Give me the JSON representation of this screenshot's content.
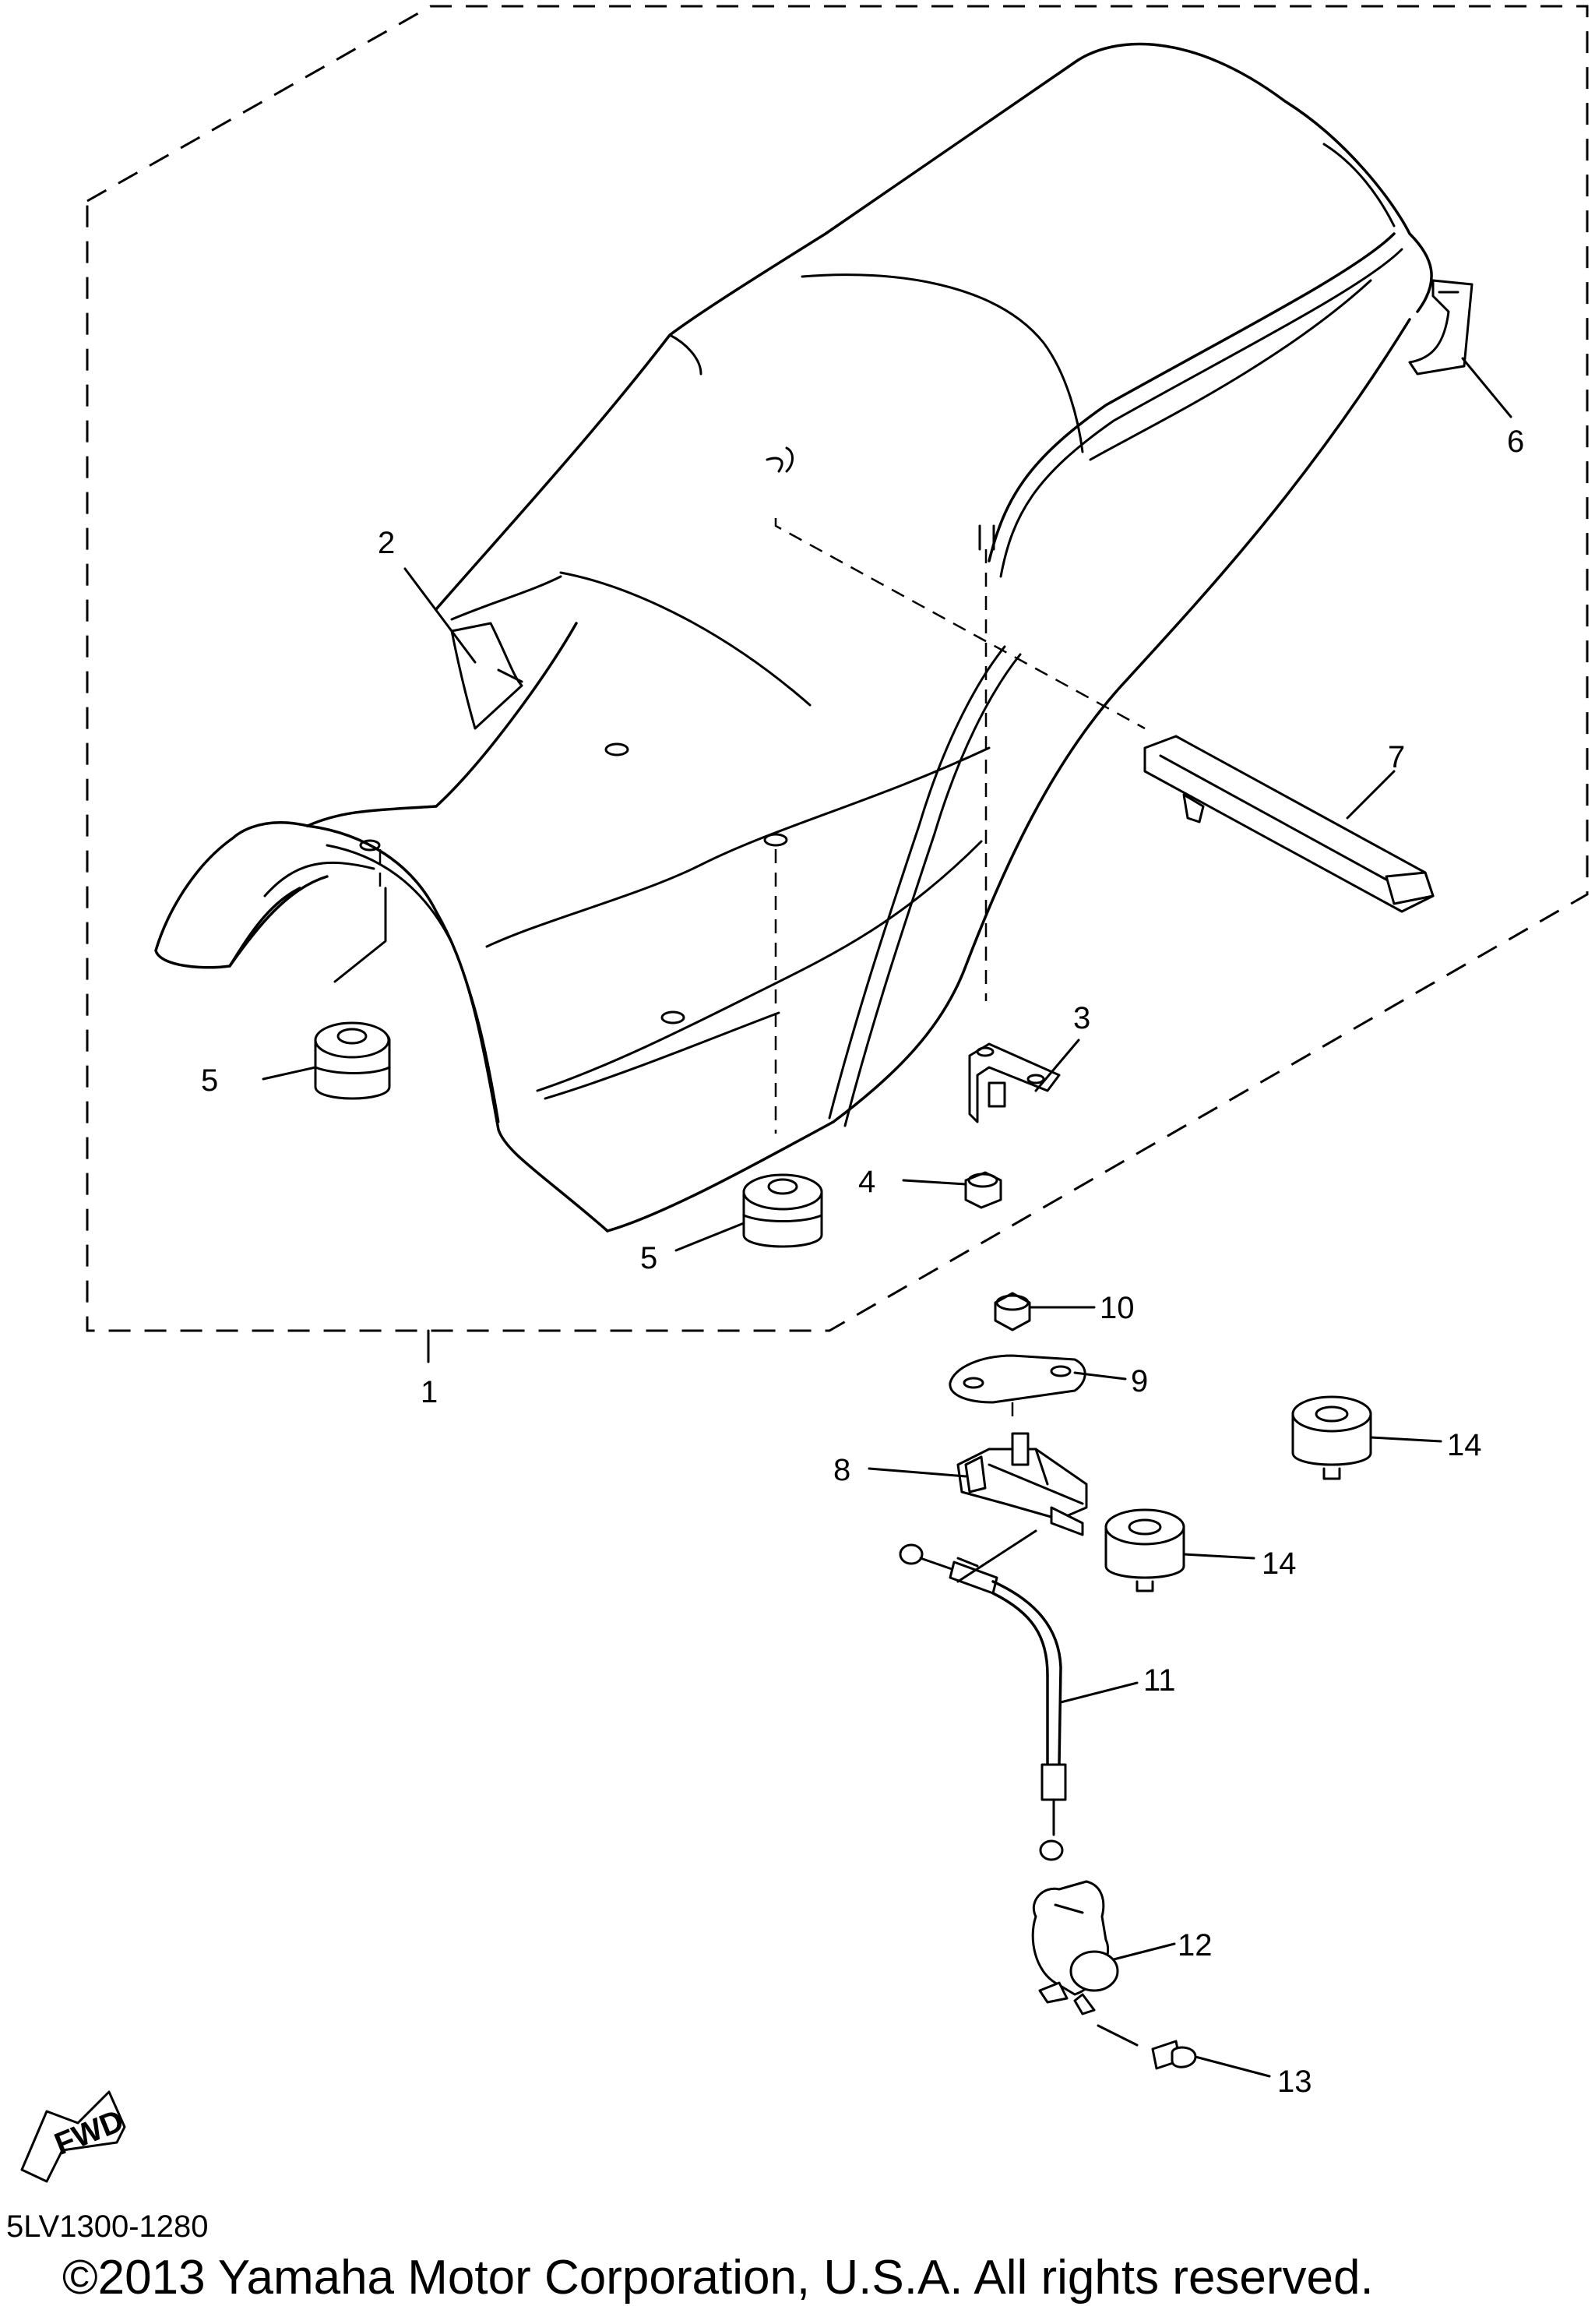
{
  "diagram": {
    "callouts": [
      {
        "id": "1",
        "label": "1"
      },
      {
        "id": "2",
        "label": "2"
      },
      {
        "id": "3",
        "label": "3"
      },
      {
        "id": "4",
        "label": "4"
      },
      {
        "id": "5a",
        "label": "5"
      },
      {
        "id": "5b",
        "label": "5"
      },
      {
        "id": "6",
        "label": "6"
      },
      {
        "id": "7",
        "label": "7"
      },
      {
        "id": "8",
        "label": "8"
      },
      {
        "id": "9",
        "label": "9"
      },
      {
        "id": "10",
        "label": "10"
      },
      {
        "id": "11",
        "label": "11"
      },
      {
        "id": "12",
        "label": "12"
      },
      {
        "id": "13",
        "label": "13"
      },
      {
        "id": "14a",
        "label": "14"
      },
      {
        "id": "14b",
        "label": "14"
      }
    ],
    "direction_arrow": "FWD",
    "reference_code": "5LV1300-1280",
    "copyright": "©2013 Yamaha Motor Corporation, U.S.A. All rights reserved."
  }
}
